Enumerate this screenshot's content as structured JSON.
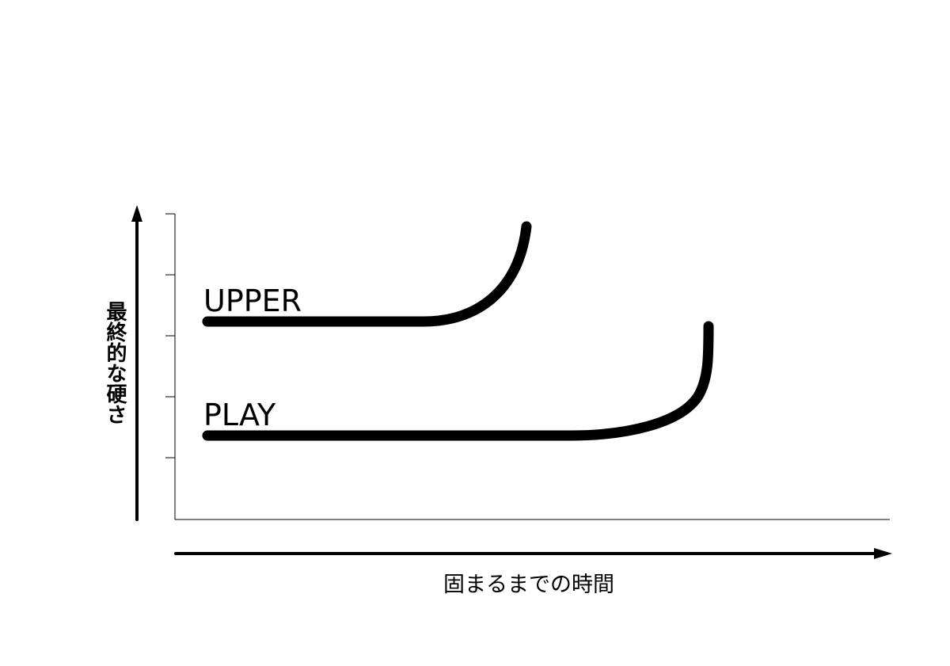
{
  "chart_data": {
    "type": "line",
    "title": "",
    "xlabel": "固まるまでの時間",
    "ylabel": "最終的な硬さ",
    "x_ticks": [],
    "y_ticks": [],
    "grid": false,
    "legend": "inline labels",
    "series": [
      {
        "name": "UPPER",
        "description": "Flat at moderate hardness, then rises steeply at earlier time",
        "points": [
          [
            0.04,
            0.65
          ],
          [
            0.35,
            0.65
          ],
          [
            0.42,
            0.68
          ],
          [
            0.47,
            0.78
          ],
          [
            0.5,
            0.96
          ]
        ]
      },
      {
        "name": "PLAY",
        "description": "Flat at lower hardness for longer, then rises steeply at later time",
        "points": [
          [
            0.04,
            0.28
          ],
          [
            0.55,
            0.28
          ],
          [
            0.66,
            0.33
          ],
          [
            0.72,
            0.45
          ],
          [
            0.75,
            0.63
          ]
        ]
      }
    ],
    "colors": {
      "line": "#000000",
      "axis": "#000000"
    }
  },
  "labels": {
    "upper": "UPPER",
    "play": "PLAY",
    "ylabel": "最終的な硬さ",
    "xlabel": "固まるまでの時間"
  }
}
